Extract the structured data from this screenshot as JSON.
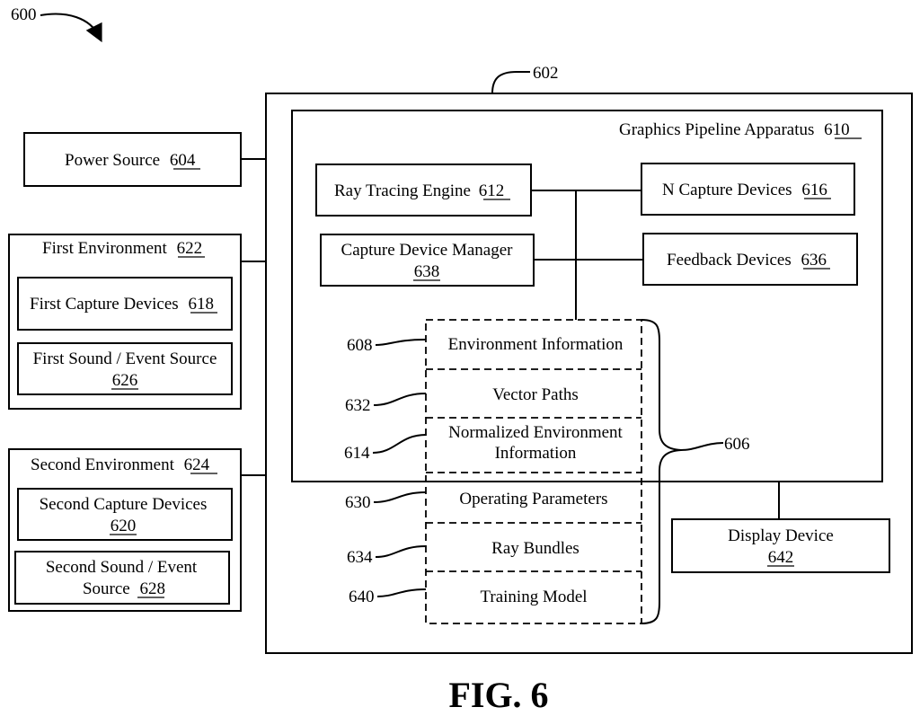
{
  "figure_label": "600",
  "system_label": "602",
  "power_source": {
    "name": "Power Source",
    "ref": "604"
  },
  "first_environment": {
    "title": "First Environment",
    "ref": "622",
    "capture": {
      "name": "First Capture Devices",
      "ref": "618"
    },
    "sound": {
      "name": "First Sound / Event Source",
      "ref": "626"
    }
  },
  "second_environment": {
    "title": "Second Environment",
    "ref": "624",
    "capture": {
      "name": "Second Capture Devices",
      "ref": "620"
    },
    "sound": {
      "line1": "Second Sound / Event",
      "line2": "Source",
      "ref": "628"
    }
  },
  "pipeline": {
    "title": "Graphics Pipeline Apparatus",
    "ref": "610",
    "ray_tracing": {
      "name": "Ray Tracing Engine",
      "ref": "612"
    },
    "n_capture": {
      "name": "N Capture Devices",
      "ref": "616"
    },
    "capture_manager": {
      "name": "Capture Device Manager",
      "ref": "638"
    },
    "feedback": {
      "name": "Feedback Devices",
      "ref": "636"
    }
  },
  "data_store": {
    "ref": "606",
    "items": [
      {
        "line1": "Environment Information",
        "line2": "",
        "ref": "608"
      },
      {
        "line1": "Vector Paths",
        "line2": "",
        "ref": "632"
      },
      {
        "line1": "Normalized Environment",
        "line2": "Information",
        "ref": "614"
      },
      {
        "line1": "Operating Parameters",
        "line2": "",
        "ref": "630"
      },
      {
        "line1": "Ray Bundles",
        "line2": "",
        "ref": "634"
      },
      {
        "line1": "Training Model",
        "line2": "",
        "ref": "640"
      }
    ]
  },
  "display_device": {
    "name": "Display Device",
    "ref": "642"
  },
  "caption": "FIG. 6"
}
